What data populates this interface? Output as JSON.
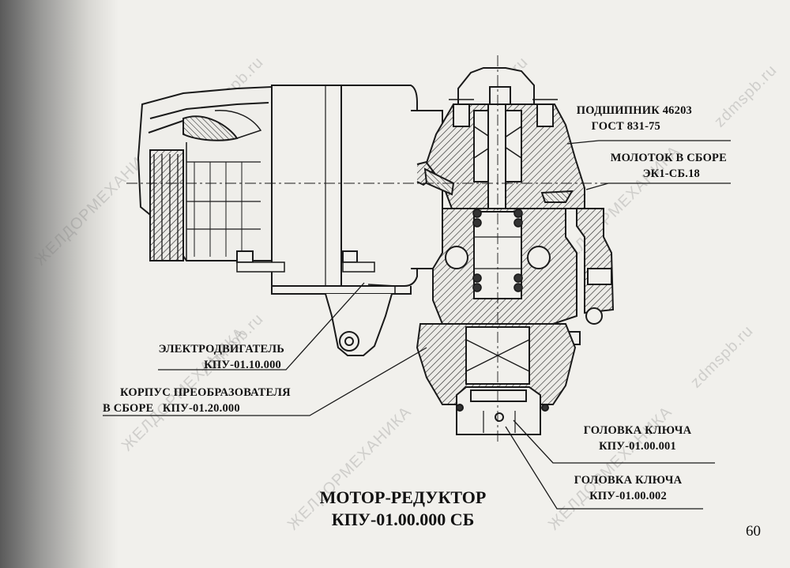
{
  "callouts": {
    "bearing": {
      "line1": "ПОДШИПНИК 46203",
      "line2": "ГОСТ 831-75"
    },
    "hammer": {
      "line1": "МОЛОТОК В СБОРЕ",
      "line2": "ЭК1-СБ.18"
    },
    "motor": {
      "line1": "ЭЛЕКТРОДВИГАТЕЛЬ",
      "line2": "КПУ-01.10.000"
    },
    "housing": {
      "line1": "КОРПУС ПРЕОБРАЗОВАТЕЛЯ",
      "line2": "В СБОРЕ   КПУ-01.20.000"
    },
    "head1": {
      "line1": "ГОЛОВКА КЛЮЧА",
      "line2": "КПУ-01.00.001"
    },
    "head2": {
      "line1": "ГОЛОВКА КЛЮЧА",
      "line2": "КПУ-01.00.002"
    }
  },
  "title": {
    "line1": "МОТОР-РЕДУКТОР",
    "line2": "КПУ-01.00.000 СБ"
  },
  "page_number": "60",
  "watermarks": {
    "cyr": "ЖЕЛДОРМЕХАНИКА",
    "site": "zdmspb.ru"
  }
}
